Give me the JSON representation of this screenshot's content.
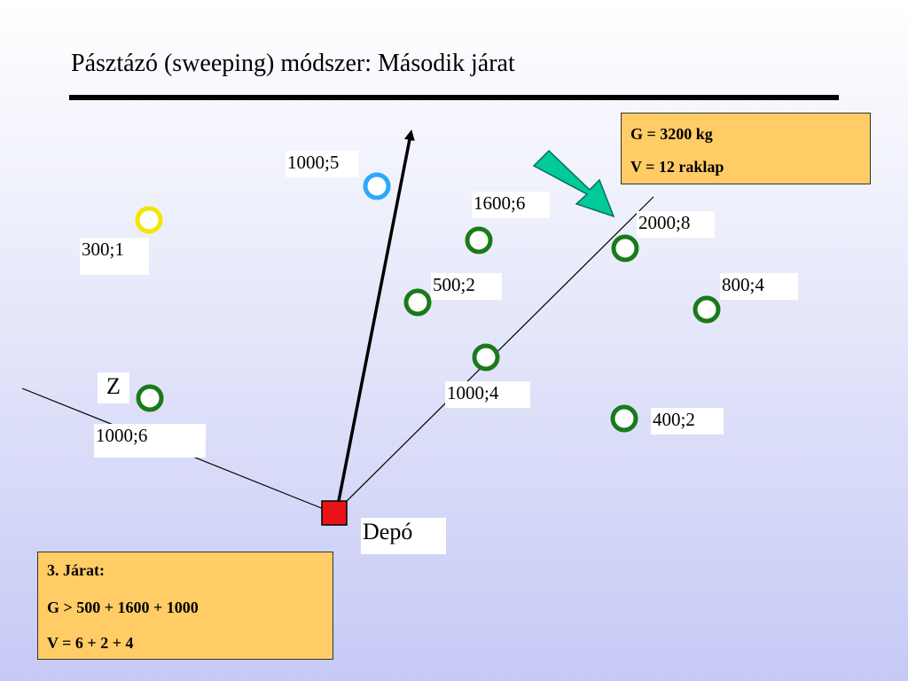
{
  "slide": {
    "title": "Pásztázó (sweeping) módszer: Második járat"
  },
  "nodes": [
    {
      "id": "n300_1",
      "label": "300;1",
      "color": "yellow"
    },
    {
      "id": "n1000_5",
      "label": "1000;5",
      "color": "blue"
    },
    {
      "id": "n1600_6",
      "label": "1600;6",
      "color": "green"
    },
    {
      "id": "n500_2",
      "label": "500;2",
      "color": "green"
    },
    {
      "id": "n2000_8",
      "label": "2000;8",
      "color": "green"
    },
    {
      "id": "n800_4",
      "label": "800;4",
      "color": "green"
    },
    {
      "id": "n1000_4",
      "label": "1000;4",
      "color": "green"
    },
    {
      "id": "n400_2",
      "label": "400;2",
      "color": "green"
    },
    {
      "id": "n1000_6",
      "label": "1000;6",
      "color": "green"
    }
  ],
  "depot": {
    "label": "Depó",
    "color": "#e8141a"
  },
  "marker_z": "Z",
  "capacity_box": {
    "line1": "G = 3200 kg",
    "line2": "V = 12 raklap"
  },
  "route_box": {
    "line1": "3. Járat:",
    "line2": "G > 500 + 1600 + 1000",
    "line3": "V = 6 + 2 + 4"
  },
  "colors": {
    "green_ring": "#1a7a1a",
    "yellow_ring": "#f2e600",
    "blue_ring": "#2aa9ff",
    "arrow_teal": "#00c99a",
    "box_fill": "#ffcc66"
  }
}
